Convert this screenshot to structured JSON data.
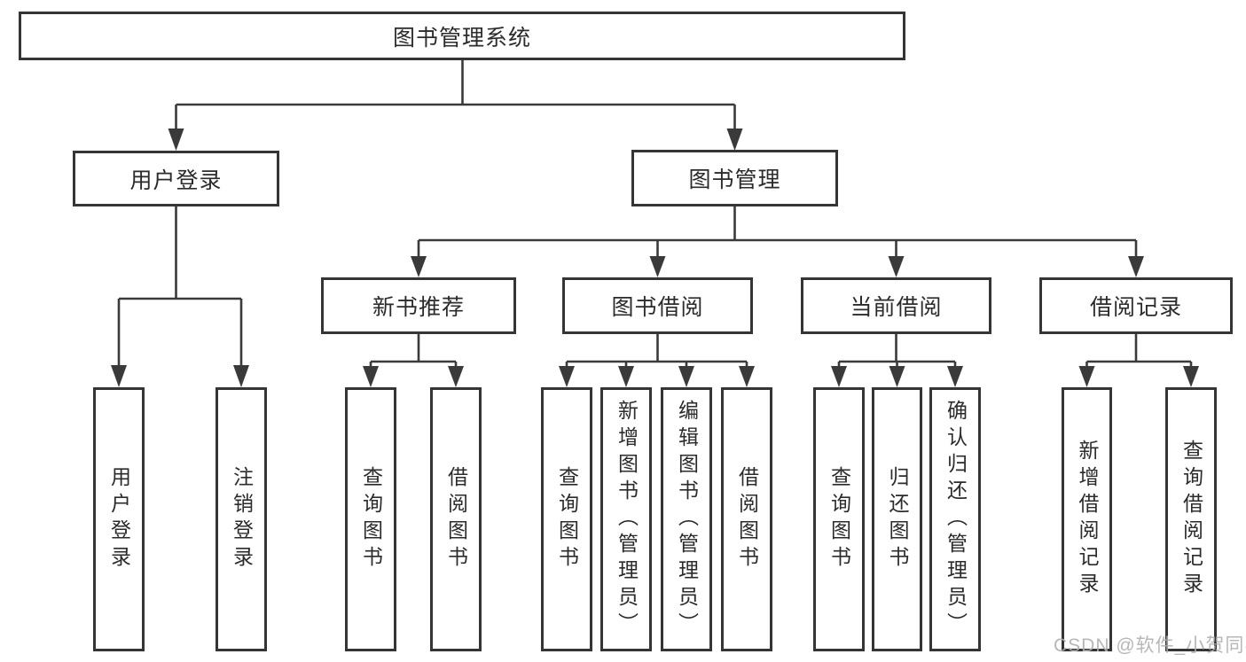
{
  "diagram": {
    "root": {
      "label": "图书管理系统",
      "children": [
        {
          "label": "用户登录",
          "children": [
            {
              "label": "用户登录"
            },
            {
              "label": "注销登录"
            }
          ]
        },
        {
          "label": "图书管理",
          "children": [
            {
              "label": "新书推荐",
              "children": [
                {
                  "label": "查询图书"
                },
                {
                  "label": "借阅图书"
                }
              ]
            },
            {
              "label": "图书借阅",
              "children": [
                {
                  "label": "查询图书"
                },
                {
                  "label": "新增图书（管理员）"
                },
                {
                  "label": "编辑图书（管理员）"
                },
                {
                  "label": "借阅图书"
                }
              ]
            },
            {
              "label": "当前借阅",
              "children": [
                {
                  "label": "查询图书"
                },
                {
                  "label": "归还图书"
                },
                {
                  "label": "确认归还（管理员）"
                }
              ]
            },
            {
              "label": "借阅记录",
              "children": [
                {
                  "label": "新增借阅记录"
                },
                {
                  "label": "查询借阅记录"
                }
              ]
            }
          ]
        }
      ]
    }
  },
  "watermark": {
    "text": "CSDN @软件_小贺同学"
  },
  "colors": {
    "line": "#3a3a3a",
    "box_border": "#353535",
    "text": "#2b2b2b",
    "background": "#ffffff",
    "watermark": "#afafaf"
  }
}
